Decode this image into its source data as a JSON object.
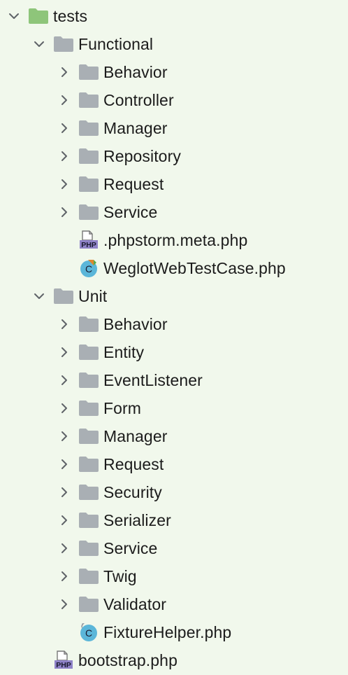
{
  "colors": {
    "background": "#f1f8ec",
    "folder": "#a9afb4",
    "source_folder": "#8ec57a",
    "php_badge": "#8f83c8",
    "class_circle": "#5bb6d9",
    "text": "#1c1c1c"
  },
  "tree": [
    {
      "label": "tests",
      "depth": 0,
      "expanded": true,
      "icon": "source-folder-icon"
    },
    {
      "label": "Functional",
      "depth": 1,
      "expanded": true,
      "icon": "folder-icon"
    },
    {
      "label": "Behavior",
      "depth": 2,
      "expanded": false,
      "icon": "folder-icon"
    },
    {
      "label": "Controller",
      "depth": 2,
      "expanded": false,
      "icon": "folder-icon"
    },
    {
      "label": "Manager",
      "depth": 2,
      "expanded": false,
      "icon": "folder-icon"
    },
    {
      "label": "Repository",
      "depth": 2,
      "expanded": false,
      "icon": "folder-icon"
    },
    {
      "label": "Request",
      "depth": 2,
      "expanded": false,
      "icon": "folder-icon"
    },
    {
      "label": "Service",
      "depth": 2,
      "expanded": false,
      "icon": "folder-icon"
    },
    {
      "label": ".phpstorm.meta.php",
      "depth": 2,
      "expanded": null,
      "icon": "php-file-icon",
      "badge": "PHP"
    },
    {
      "label": "WeglotWebTestCase.php",
      "depth": 2,
      "expanded": null,
      "icon": "php-abstract-class-icon",
      "badge": "C"
    },
    {
      "label": "Unit",
      "depth": 1,
      "expanded": true,
      "icon": "folder-icon"
    },
    {
      "label": "Behavior",
      "depth": 2,
      "expanded": false,
      "icon": "folder-icon"
    },
    {
      "label": "Entity",
      "depth": 2,
      "expanded": false,
      "icon": "folder-icon"
    },
    {
      "label": "EventListener",
      "depth": 2,
      "expanded": false,
      "icon": "folder-icon"
    },
    {
      "label": "Form",
      "depth": 2,
      "expanded": false,
      "icon": "folder-icon"
    },
    {
      "label": "Manager",
      "depth": 2,
      "expanded": false,
      "icon": "folder-icon"
    },
    {
      "label": "Request",
      "depth": 2,
      "expanded": false,
      "icon": "folder-icon"
    },
    {
      "label": "Security",
      "depth": 2,
      "expanded": false,
      "icon": "folder-icon"
    },
    {
      "label": "Serializer",
      "depth": 2,
      "expanded": false,
      "icon": "folder-icon"
    },
    {
      "label": "Service",
      "depth": 2,
      "expanded": false,
      "icon": "folder-icon"
    },
    {
      "label": "Twig",
      "depth": 2,
      "expanded": false,
      "icon": "folder-icon"
    },
    {
      "label": "Validator",
      "depth": 2,
      "expanded": false,
      "icon": "folder-icon"
    },
    {
      "label": "FixtureHelper.php",
      "depth": 2,
      "expanded": null,
      "icon": "php-class-icon",
      "badge": "C"
    },
    {
      "label": "bootstrap.php",
      "depth": 1,
      "expanded": null,
      "icon": "php-file-icon",
      "badge": "PHP"
    }
  ]
}
